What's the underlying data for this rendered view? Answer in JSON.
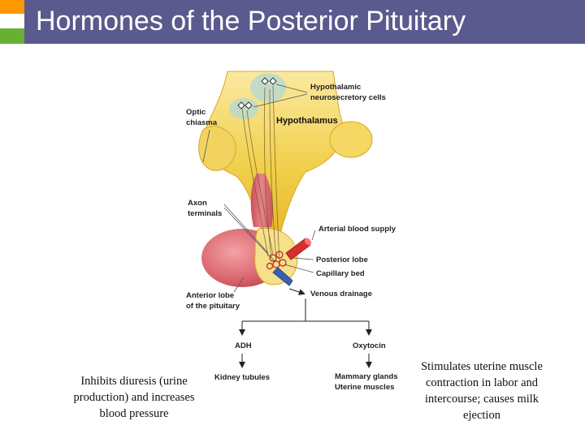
{
  "title": "Hormones of the Posterior Pituitary",
  "colors": {
    "title_bar": "#5a5a8e",
    "accent_orange": "#ff9900",
    "accent_green": "#66b032",
    "hypothalamus_yellow": "#f1cf4a",
    "anterior_lobe_pink": "#d9636c",
    "arterial_red": "#d63030",
    "venous_blue": "#3a5fb0"
  },
  "diagram": {
    "labels": {
      "neurosecretory_line1": "Hypothalamic",
      "neurosecretory_line2": "neurosecretory cells",
      "optic_line1": "Optic",
      "optic_line2": "chiasma",
      "hypothalamus": "Hypothalamus",
      "axon_line1": "Axon",
      "axon_line2": "terminals",
      "arterial": "Arterial blood supply",
      "posterior_lobe": "Posterior lobe",
      "capillary_bed": "Capillary bed",
      "anterior_line1": "Anterior lobe",
      "anterior_line2": "of the pituitary",
      "venous": "Venous drainage",
      "adh": "ADH",
      "oxytocin": "Oxytocin",
      "kidney": "Kidney tubules",
      "mammary": "Mammary glands",
      "uterine": "Uterine muscles"
    }
  },
  "notes": {
    "left": "Inhibits diuresis (urine production) and increases blood pressure",
    "right": "Stimulates uterine muscle contraction in labor and intercourse; causes milk ejection"
  }
}
